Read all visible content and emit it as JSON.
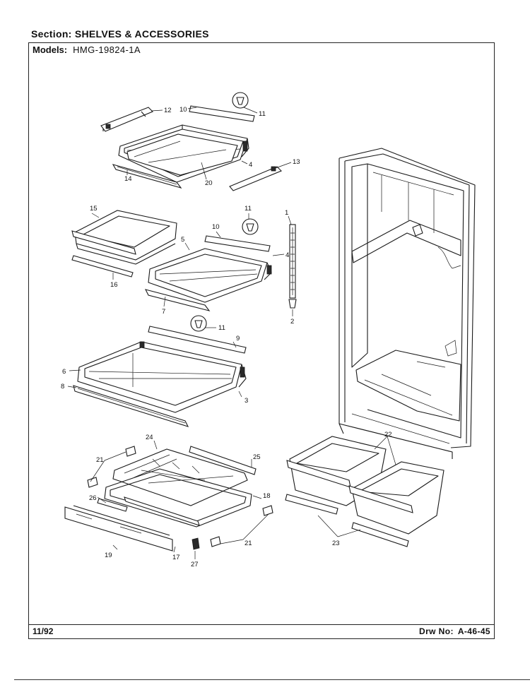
{
  "header": {
    "section_label": "Section:",
    "section_value": "SHELVES & ACCESSORIES",
    "models_label": "Models:",
    "models_value": "HMG-19824-1A"
  },
  "footer": {
    "date": "11/92",
    "drawing_label": "Drw No:",
    "drawing_number": "A-46-45"
  },
  "part_labels": {
    "p1": "1",
    "p2": "2",
    "p3": "3",
    "p4a": "4",
    "p4b": "4",
    "p5": "5",
    "p6": "6",
    "p7": "7",
    "p8": "8",
    "p9": "9",
    "p10a": "10",
    "p10b": "10",
    "p11a": "11",
    "p11b": "11",
    "p11c": "11",
    "p12": "12",
    "p13": "13",
    "p14": "14",
    "p15": "15",
    "p16": "16",
    "p17": "17",
    "p18": "18",
    "p19": "19",
    "p20": "20",
    "p21a": "21",
    "p21b": "21",
    "p22": "22",
    "p23": "23",
    "p24": "24",
    "p25": "25",
    "p26": "26",
    "p27": "27"
  }
}
